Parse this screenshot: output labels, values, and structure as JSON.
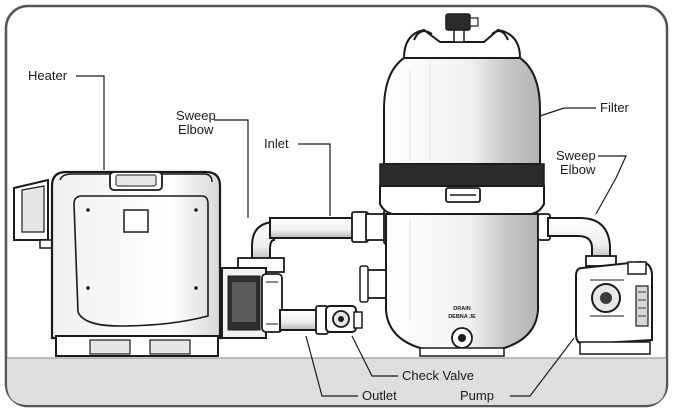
{
  "labels": {
    "heater": "Heater",
    "sweep_elbow_left_1": "Sweep",
    "sweep_elbow_left_2": "Elbow",
    "inlet": "Inlet",
    "filter": "Filter",
    "sweep_elbow_right_1": "Sweep",
    "sweep_elbow_right_2": "Elbow",
    "check_valve": "Check Valve",
    "outlet": "Outlet",
    "pump": "Pump",
    "drain_1": "DRAIN",
    "drain_2": "DEBNA JE"
  },
  "colors": {
    "outline": "#1a1a1a",
    "panel_border": "#555555",
    "ground": "#dedede",
    "shade": "#bdbdbd",
    "band": "#2b2b2b"
  }
}
